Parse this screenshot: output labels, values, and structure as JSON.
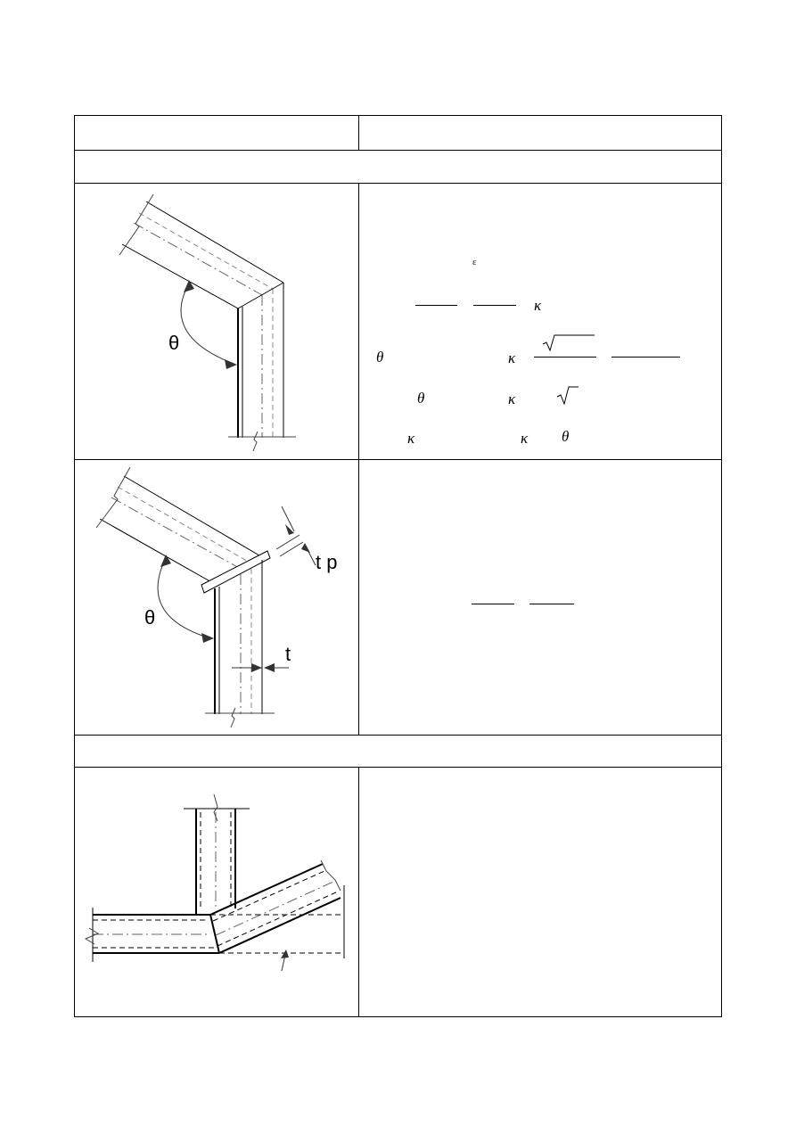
{
  "table": {
    "header": {
      "col1": "",
      "col2": ""
    },
    "section_a": {
      "title": ""
    },
    "section_b": {
      "title": ""
    }
  },
  "figure_1": {
    "theta_label": "θ"
  },
  "figure_2": {
    "theta_label": "θ",
    "tp_label": "t p",
    "t_label": "t"
  },
  "formula_1": {
    "epsilon": "ε",
    "kappa": "κ",
    "theta": "θ"
  }
}
